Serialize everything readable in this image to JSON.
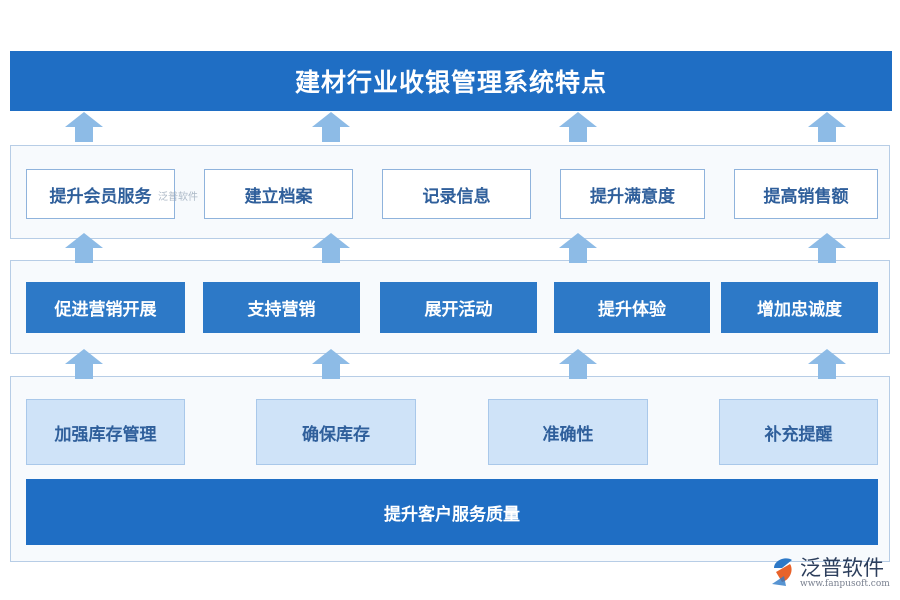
{
  "title": "建材行业收银管理系统特点",
  "row1": [
    "提升会员服务",
    "建立档案",
    "记录信息",
    "提升满意度",
    "提高销售额"
  ],
  "row2": [
    "促进营销开展",
    "支持营销",
    "展开活动",
    "提升体验",
    "增加忠诚度"
  ],
  "row3": [
    "加强库存管理",
    "确保库存",
    "准确性",
    "补充提醒"
  ],
  "bottom_label": "提升客户服务质量",
  "watermark": "泛普软件",
  "logo": {
    "name": "泛普软件",
    "url": "www.fanpusoft.com"
  },
  "colors": {
    "primary": "#1f6ec4",
    "mid": "#2d79c7",
    "light": "#cfe3f8",
    "arrow": "#8dbbe6"
  }
}
